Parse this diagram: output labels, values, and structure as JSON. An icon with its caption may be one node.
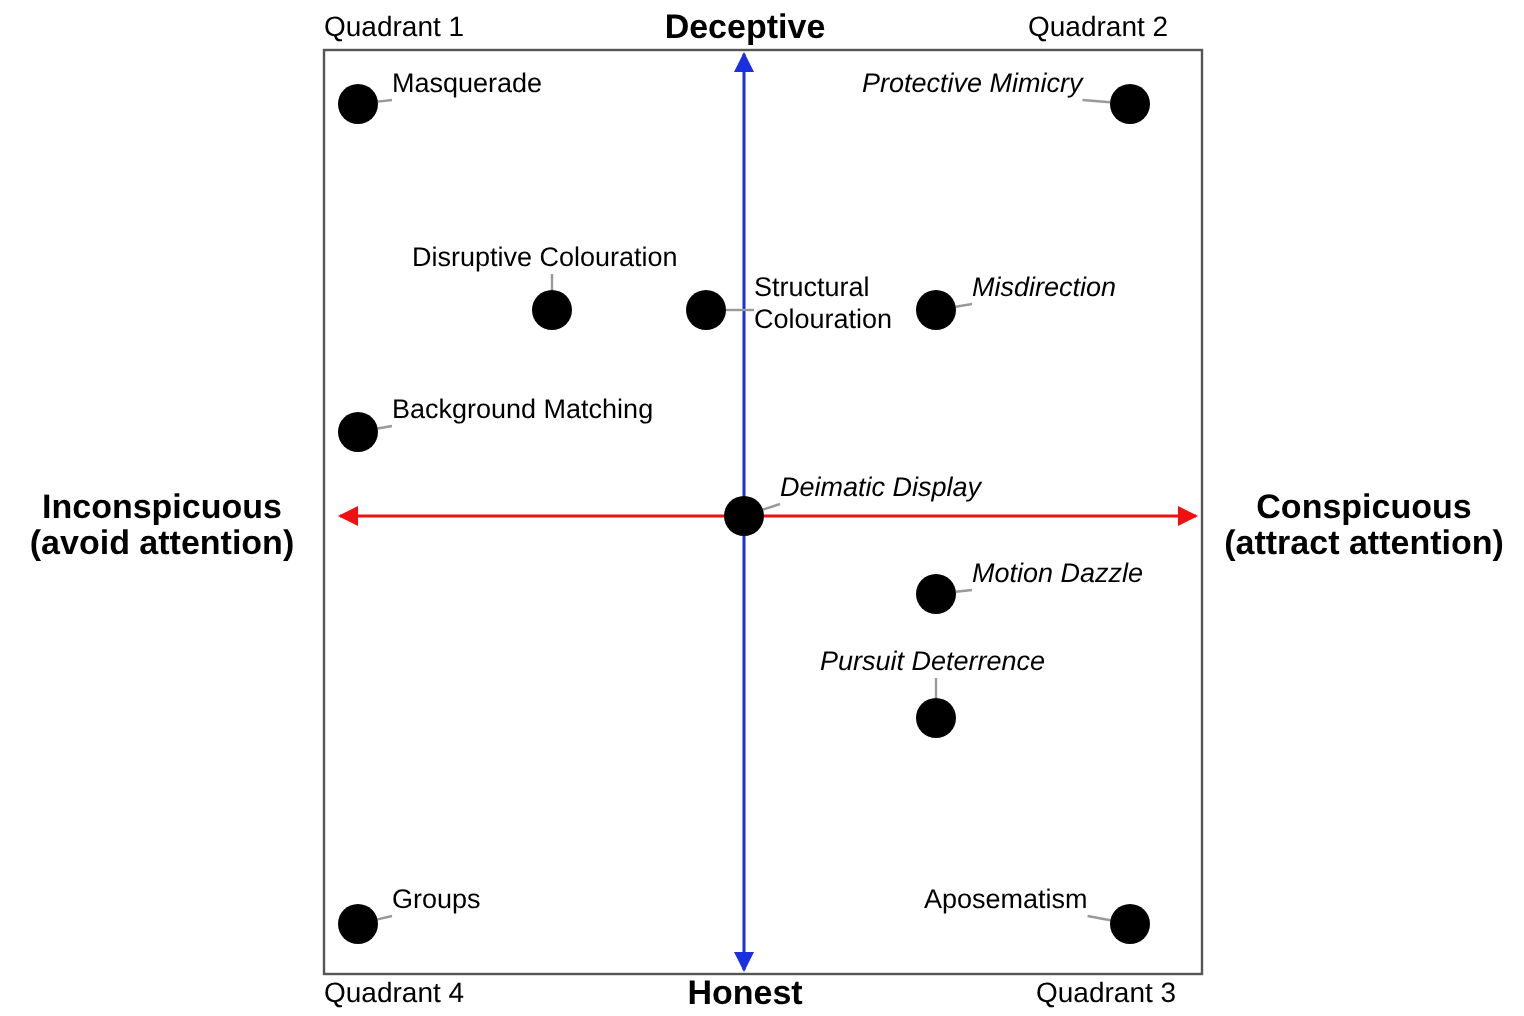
{
  "diagram": {
    "nodes": [
      {
        "text": [
          "Masquerade"
        ]
      },
      {
        "text": [],
        "shape": "circle"
      },
      {
        "text": [
          "Protective Mimicry"
        ]
      },
      {
        "text": [],
        "shape": "circle"
      },
      {
        "text": [
          "Disruptive Colouration"
        ]
      },
      {
        "text": [],
        "shape": "circle"
      },
      {
        "text": [
          "Structural Colouration"
        ]
      },
      {
        "text": [],
        "shape": "circle"
      },
      {
        "text": [
          "Misdirection"
        ]
      },
      {
        "text": [],
        "shape": "circle"
      },
      {
        "text": [
          "Background Matching"
        ]
      },
      {
        "text": [],
        "shape": "circle"
      },
      {
        "text": [
          "Deimatic Display"
        ]
      },
      {
        "text": [],
        "shape": "circle"
      },
      {
        "text": [
          "Motion Dazzle"
        ]
      },
      {
        "text": [],
        "shape": "circle"
      },
      {
        "text": [
          "Pursuit Deterrence"
        ]
      },
      {
        "text": [],
        "shape": "circle"
      },
      {
        "text": [
          "Groups"
        ]
      },
      {
        "text": [],
        "shape": "circle"
      },
      {
        "text": [
          "Aposematism"
        ]
      },
      {
        "text": [],
        "shape": "circle"
      }
    ],
    "edges": [
      {
        "from": 0,
        "to": 1,
        "arrow": "none"
      },
      {
        "from": 2,
        "to": 3,
        "arrow": "none"
      },
      {
        "from": 4,
        "to": 5,
        "arrow": "none"
      },
      {
        "from": 6,
        "to": 7,
        "arrow": "none"
      },
      {
        "from": 8,
        "to": 9,
        "arrow": "none"
      },
      {
        "from": 10,
        "to": 11,
        "arrow": "none"
      },
      {
        "from": 12,
        "to": 13,
        "arrow": "none"
      },
      {
        "from": 14,
        "to": 15,
        "arrow": "none"
      },
      {
        "from": 16,
        "to": 17,
        "arrow": "none"
      },
      {
        "from": 18,
        "to": 19,
        "arrow": "none"
      },
      {
        "from": 20,
        "to": 21,
        "arrow": "none"
      }
    ],
    "labels": [
      "Quadrant 1",
      "Deceptive",
      "Quadrant 2",
      "Inconspicuous (avoid attention)",
      "Conspicuous (attract attention)",
      "Quadrant 4",
      "Honest",
      "Quadrant 3"
    ]
  }
}
